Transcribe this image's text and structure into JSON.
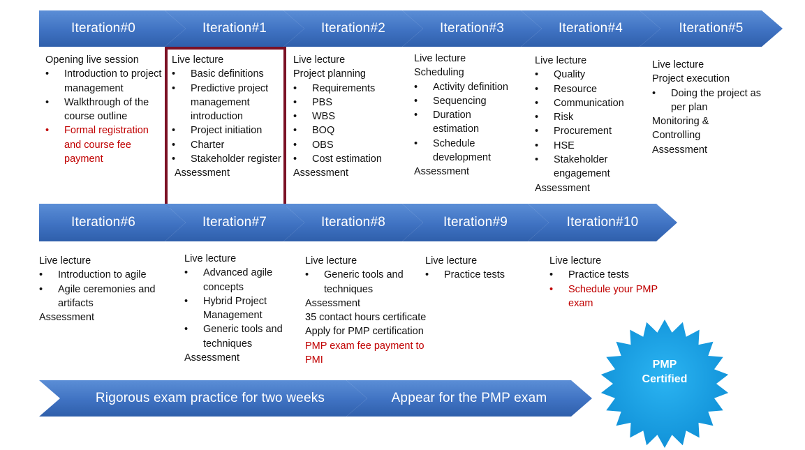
{
  "row1": [
    {
      "label": "Iteration#0",
      "lines": [
        {
          "text": "Opening live session"
        },
        {
          "text": "Introduction to project management",
          "bullet": true
        },
        {
          "text": "Walkthrough of the course outline",
          "bullet": true
        },
        {
          "text": "Formal registration and course fee payment",
          "bullet": true,
          "red": true
        }
      ]
    },
    {
      "label": "Iteration#1",
      "lines": [
        {
          "text": "Live lecture"
        },
        {
          "text": "Basic definitions",
          "bullet": true
        },
        {
          "text": " Predictive project management introduction",
          "bullet": true
        },
        {
          "text": "Project initiation",
          "bullet": true
        },
        {
          "text": "Charter",
          "bullet": true
        },
        {
          "text": "Stakeholder register",
          "bullet": true
        },
        {
          "text": "Assessment"
        }
      ]
    },
    {
      "label": "Iteration#2",
      "lines": [
        {
          "text": "Live lecture"
        },
        {
          "text": "Project planning"
        },
        {
          "text": "Requirements",
          "bullet": true
        },
        {
          "text": "PBS",
          "bullet": true
        },
        {
          "text": "WBS",
          "bullet": true
        },
        {
          "text": "BOQ",
          "bullet": true
        },
        {
          "text": "OBS",
          "bullet": true
        },
        {
          "text": "Cost estimation",
          "bullet": true
        },
        {
          "text": "Assessment"
        }
      ]
    },
    {
      "label": "Iteration#3",
      "lines": [
        {
          "text": "Live lecture"
        },
        {
          "text": "Scheduling"
        },
        {
          "text": "Activity definition",
          "bullet": true
        },
        {
          "text": "Sequencing",
          "bullet": true
        },
        {
          "text": "Duration estimation",
          "bullet": true
        },
        {
          "text": "Schedule development",
          "bullet": true
        },
        {
          "text": "Assessment"
        }
      ]
    },
    {
      "label": "Iteration#4",
      "lines": [
        {
          "text": "Live lecture"
        },
        {
          "text": "Quality",
          "bullet": true
        },
        {
          "text": "Resource",
          "bullet": true
        },
        {
          "text": "Communication",
          "bullet": true
        },
        {
          "text": "Risk",
          "bullet": true
        },
        {
          "text": "Procurement",
          "bullet": true
        },
        {
          "text": "HSE",
          "bullet": true
        },
        {
          "text": "Stakeholder engagement",
          "bullet": true
        },
        {
          "text": "Assessment"
        }
      ]
    },
    {
      "label": "Iteration#5",
      "lines": [
        {
          "text": "Live lecture"
        },
        {
          "text": "Project execution"
        },
        {
          "text": "Doing the project as per plan",
          "bullet": true
        },
        {
          "text": "Monitoring & Controlling"
        },
        {
          "text": "Assessment"
        }
      ]
    }
  ],
  "row2": [
    {
      "label": "Iteration#6",
      "lines": [
        {
          "text": "Live lecture"
        },
        {
          "text": "Introduction to agile",
          "bullet": true
        },
        {
          "text": "Agile ceremonies and artifacts",
          "bullet": true
        },
        {
          "text": "Assessment"
        }
      ]
    },
    {
      "label": "Iteration#7",
      "lines": [
        {
          "text": "Live lecture"
        },
        {
          "text": "Advanced agile concepts",
          "bullet": true
        },
        {
          "text": "Hybrid Project Management",
          "bullet": true
        },
        {
          "text": "Generic tools and techniques",
          "bullet": true
        },
        {
          "text": "Assessment"
        }
      ]
    },
    {
      "label": "Iteration#8",
      "lines": [
        {
          "text": "Live lecture"
        },
        {
          "text": "Generic tools and techniques",
          "bullet": true
        },
        {
          "text": "Assessment"
        },
        {
          "text": "35 contact hours certificate"
        },
        {
          "text": "Apply for PMP certification"
        },
        {
          "text": "PMP exam fee payment to PMI",
          "red": true
        }
      ]
    },
    {
      "label": "Iteration#9",
      "lines": [
        {
          "text": "Live lecture"
        },
        {
          "text": "Practice tests",
          "bullet": true
        }
      ]
    },
    {
      "label": "Iteration#10",
      "lines": [
        {
          "text": "Live lecture"
        },
        {
          "text": "Practice tests",
          "bullet": true
        },
        {
          "text": "Schedule your PMP exam",
          "bullet": true,
          "red": true
        }
      ]
    }
  ],
  "row3": [
    {
      "label": "Rigorous exam practice for two weeks"
    },
    {
      "label": "Appear for the PMP exam"
    }
  ],
  "badge": {
    "line1": "PMP",
    "line2": "Certified"
  },
  "colors": {
    "arrow_top": "#5b8ed6",
    "arrow_bottom": "#2f5fab",
    "highlight": "#7b1125",
    "red_text": "#c00000",
    "badge": "#1aa0e6"
  }
}
